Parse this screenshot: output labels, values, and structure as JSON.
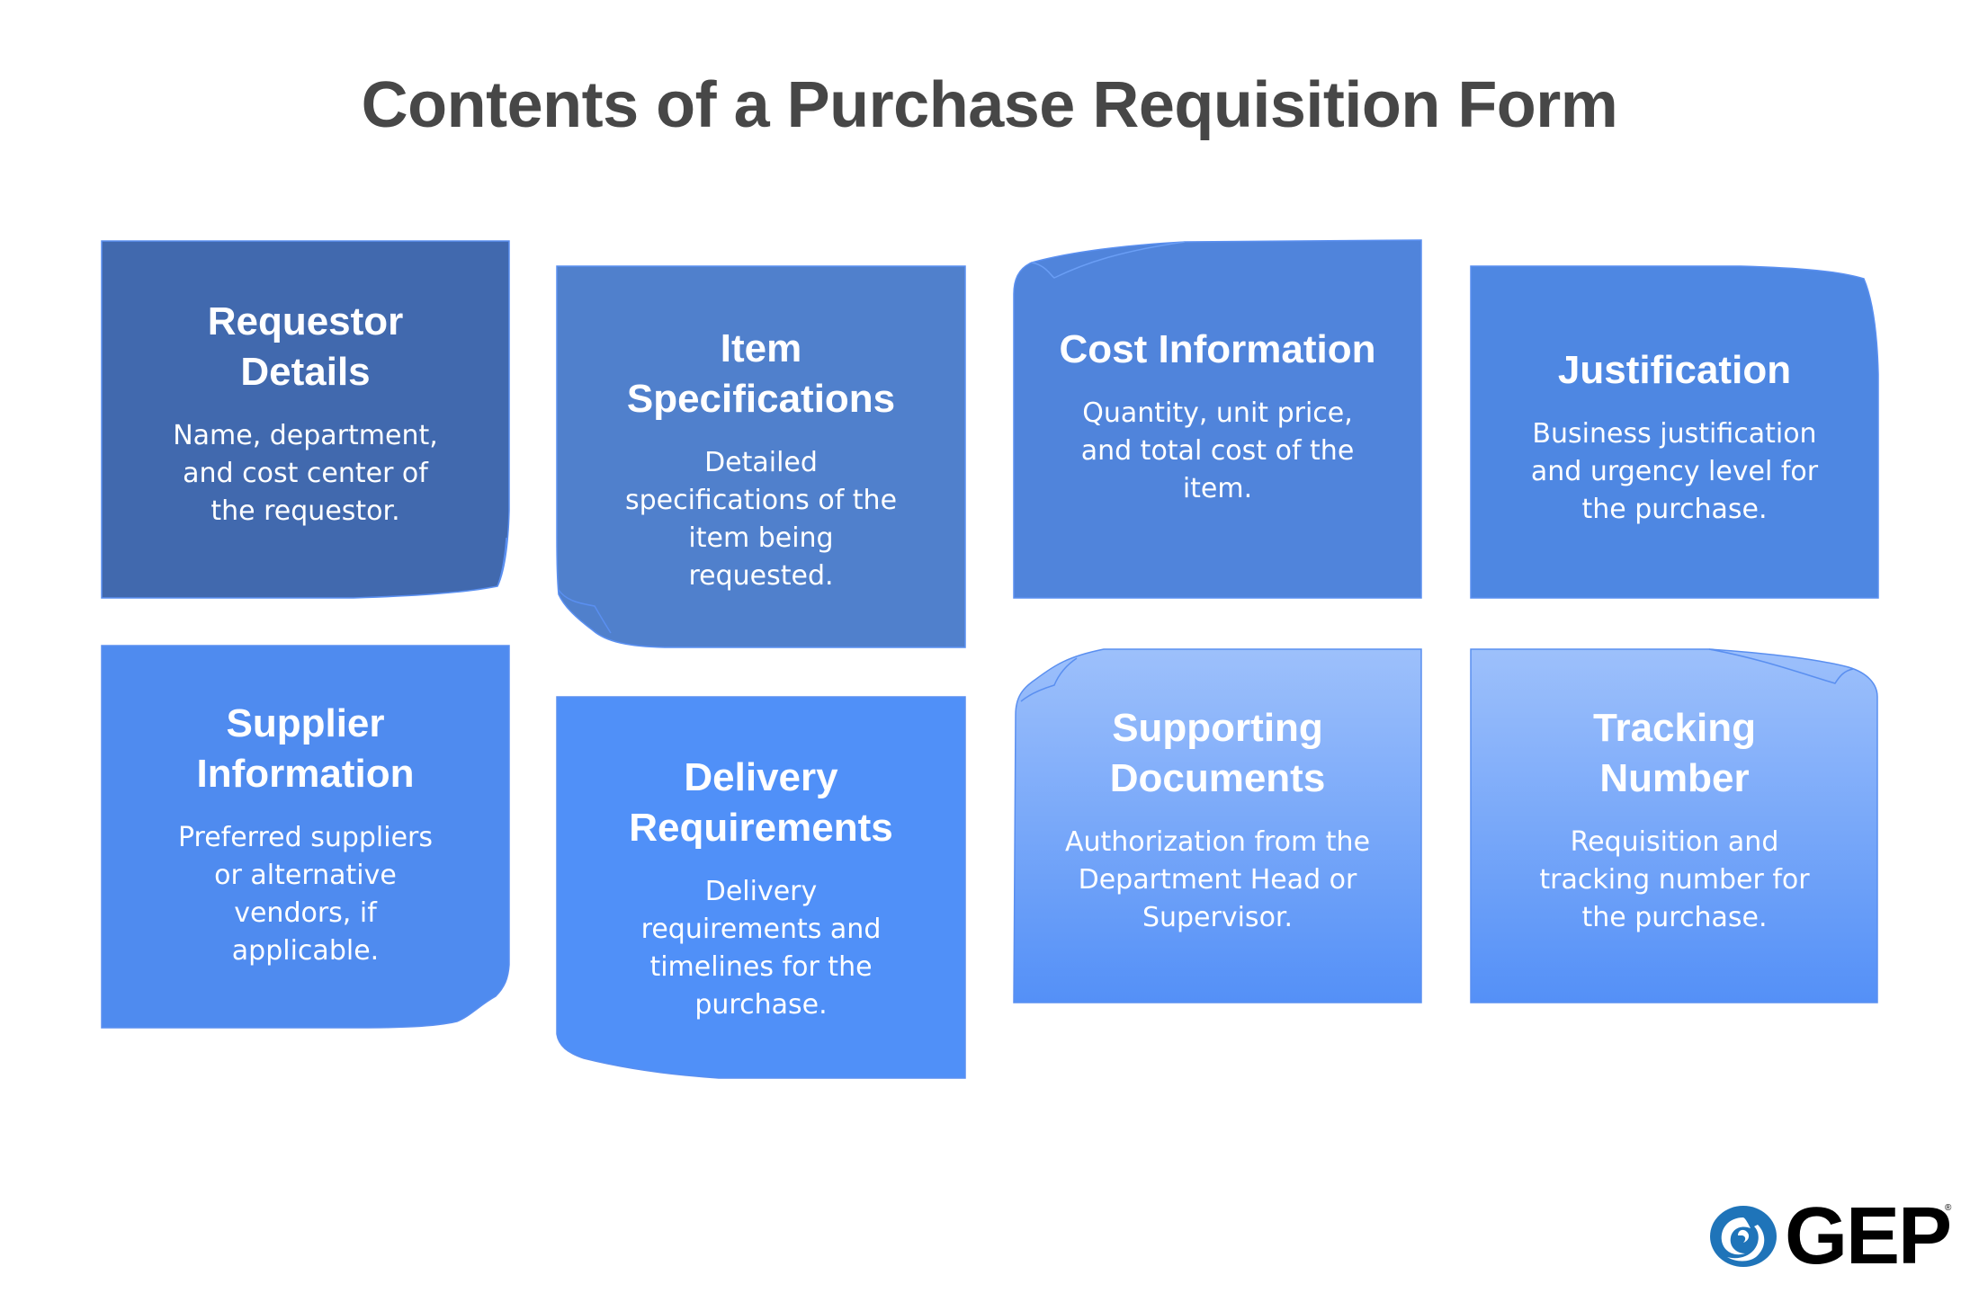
{
  "title": "Contents of a Purchase Requisition Form",
  "colors": {
    "title_text": "#474747",
    "card_text": "#ffffff",
    "card_requestor": "#4169ae",
    "card_item": "#5080cc",
    "card_cost": "#5084db",
    "card_justification": "#4e87e2",
    "card_supplier": "#4f8bef",
    "card_delivery": "#5090f8",
    "card_gradient_top": "#9dc0fb",
    "card_gradient_bottom": "#5490f7",
    "logo_blue": "#1f74b9",
    "logo_text": "#000000"
  },
  "cards": [
    {
      "heading": "Requestor Details",
      "description": "Name, department, and cost center of the requestor."
    },
    {
      "heading": "Item Specifications",
      "description": "Detailed specifications of the item being requested."
    },
    {
      "heading": "Cost Information",
      "description": "Quantity, unit price, and total cost of the item."
    },
    {
      "heading": "Justification",
      "description": "Business justification and urgency level for the purchase."
    },
    {
      "heading": "Supplier Information",
      "description": "Preferred suppliers or alternative vendors, if applicable."
    },
    {
      "heading": "Delivery Requirements",
      "description": "Delivery requirements and timelines for the purchase."
    },
    {
      "heading": "Supporting Documents",
      "description": "Authorization from the Department Head or Supervisor."
    },
    {
      "heading": "Tracking Number",
      "description": "Requisition and tracking number for the purchase."
    }
  ],
  "logo": {
    "text": "GEP",
    "registered": "®",
    "icon": "swirl-icon"
  }
}
